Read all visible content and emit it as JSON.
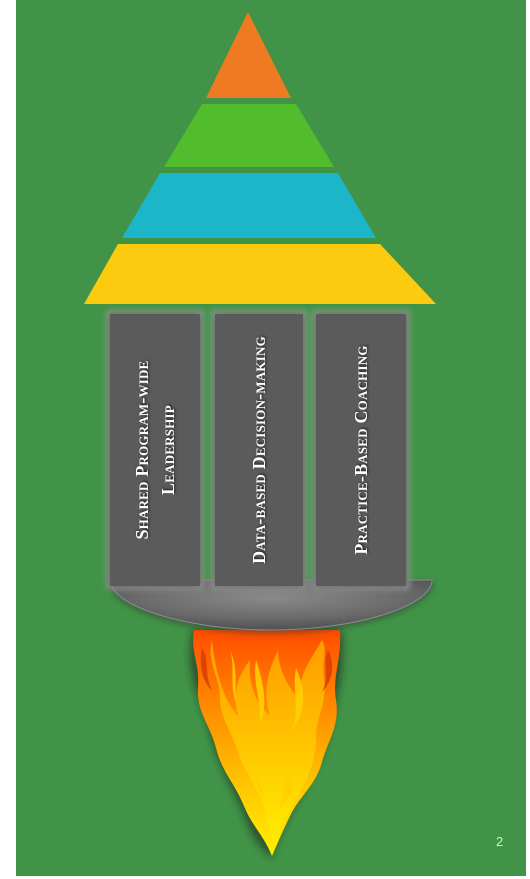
{
  "pillars": [
    {
      "label": "Shared Program-wide Leadership"
    },
    {
      "label": "Data-based Decision-making"
    },
    {
      "label": "Practice-Based Coaching"
    }
  ],
  "page_number": "2",
  "colors": {
    "background": "#419447",
    "pyramid_top": "#ee7a22",
    "pyramid_tier2": "#52bd2c",
    "pyramid_tier3": "#1cb6c8",
    "pyramid_base": "#fccb0f",
    "pillar": "#5b5b5b",
    "flame_outer": "#ff5a0a",
    "flame_inner": "#ffe000"
  }
}
